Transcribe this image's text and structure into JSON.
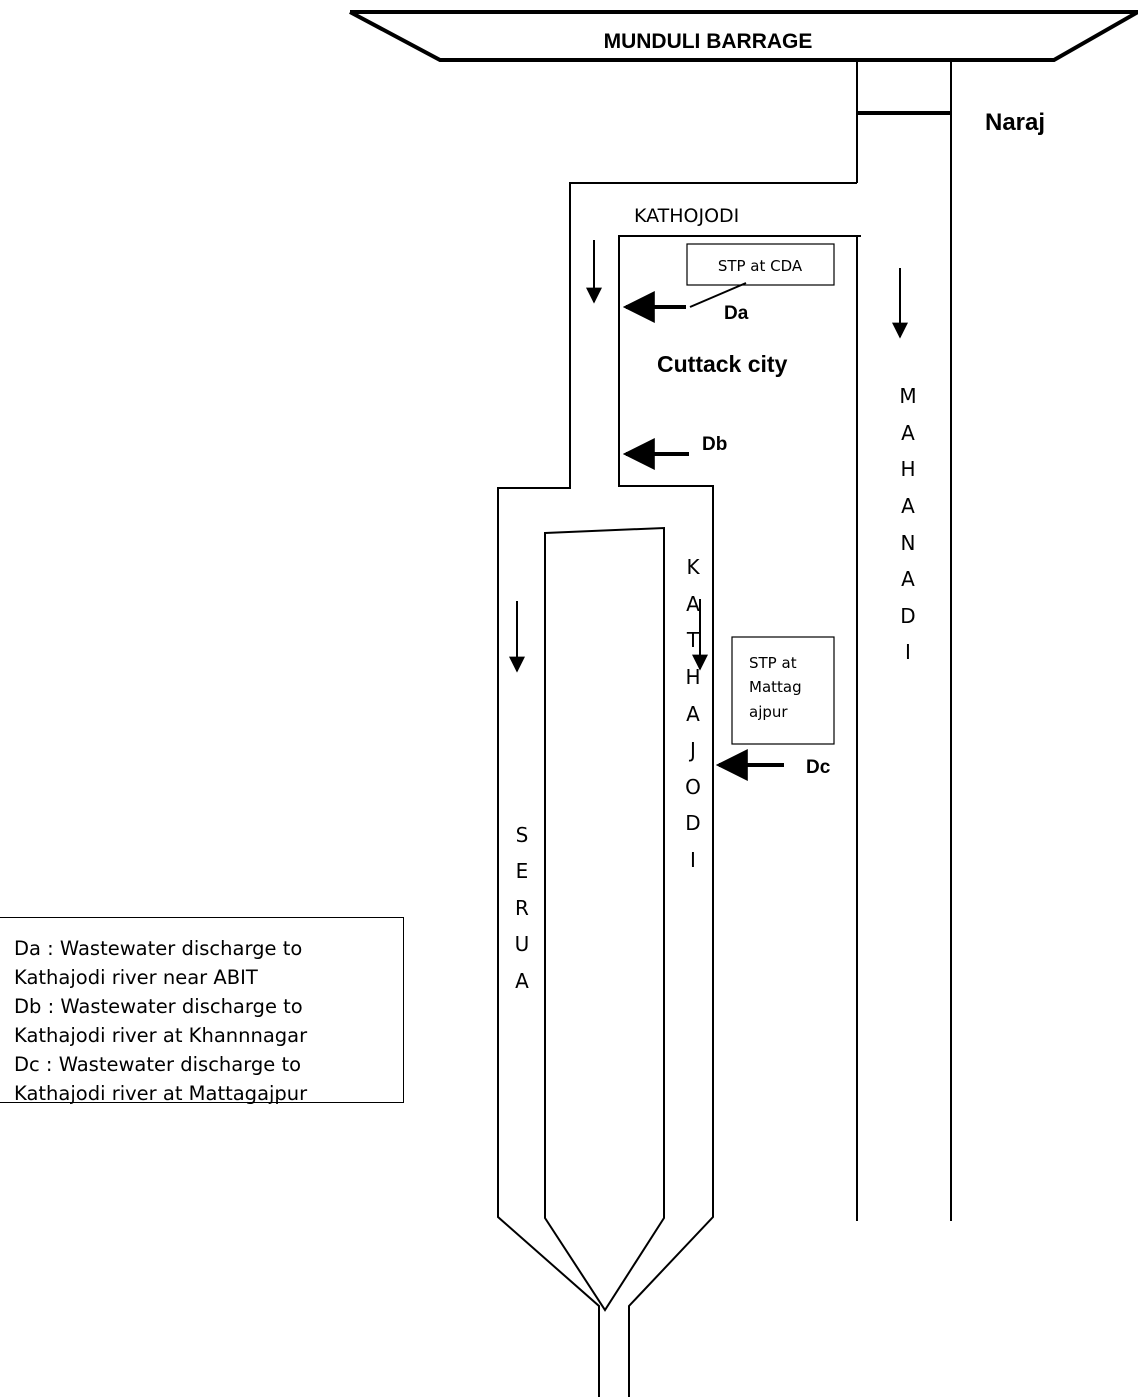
{
  "title": "MUNDULI BARRAGE",
  "labels": {
    "naraj": "Naraj",
    "kathojodi_top": "KATHOJODI",
    "cuttack_city": "Cuttack city",
    "stp_cda": "STP at CDA",
    "stp_mattagajpur": [
      "STP at",
      "Mattag",
      "ajpur"
    ],
    "da": "Da",
    "db": "Db",
    "dc": "Dc"
  },
  "rivers": {
    "mahanadi": [
      "M",
      "A",
      "H",
      "A",
      "N",
      "A",
      "D",
      "I"
    ],
    "kathajodi": [
      "K",
      "A",
      "T",
      "H",
      "A",
      "J",
      "O",
      "D",
      "I"
    ],
    "serua": [
      "S",
      "E",
      "R",
      "U",
      "A"
    ]
  },
  "legend": [
    "Da :  Wastewater discharge to",
    "Kathajodi river  near ABIT",
    "Db :  Wastewater discharge to",
    "Kathajodi river  at Khannnagar",
    "Dc : Wastewater discharge to",
    "Kathajodi river  at Mattagajpur"
  ]
}
